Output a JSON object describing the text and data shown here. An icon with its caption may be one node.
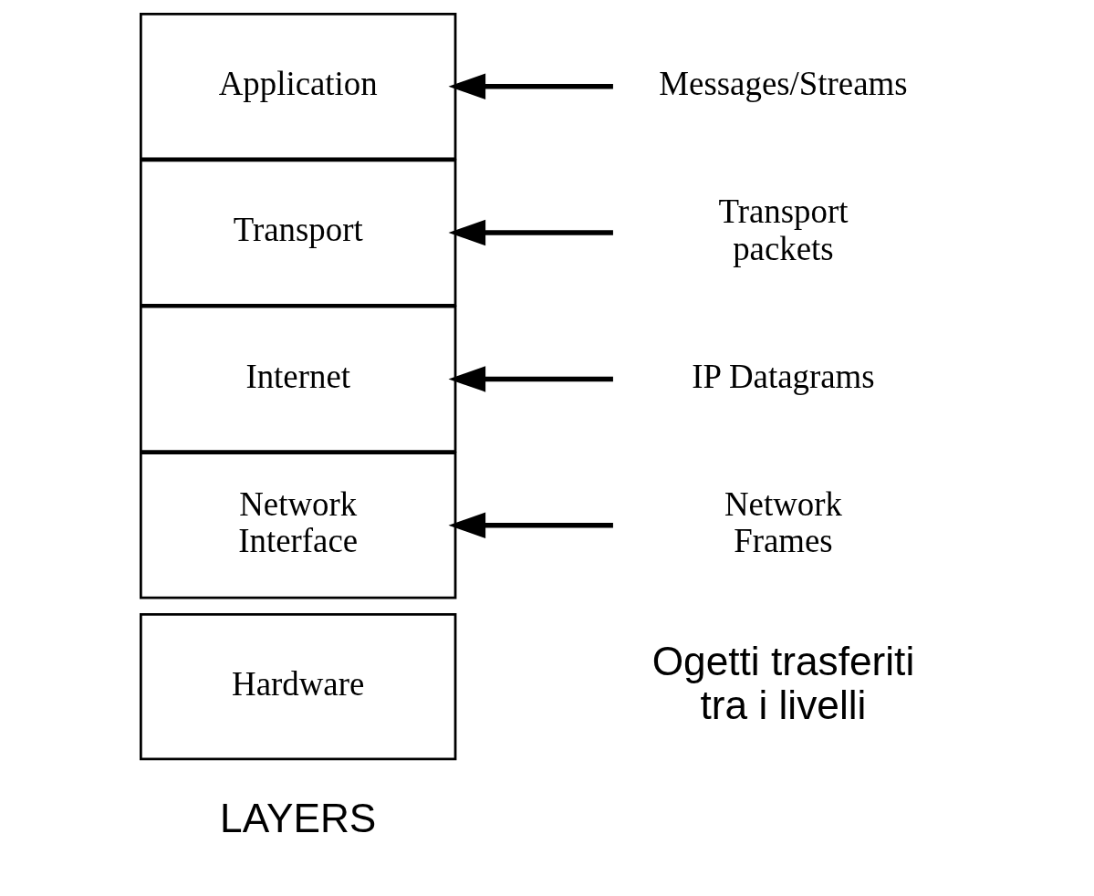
{
  "diagram": {
    "nodes": [
      {
        "text": [
          "Application"
        ]
      },
      {
        "text": [
          "Transport"
        ]
      },
      {
        "text": [
          "Internet"
        ]
      },
      {
        "text": [
          "Network Interface"
        ]
      },
      {
        "text": [
          "Hardware"
        ]
      },
      {
        "text": [
          "Messages/Streams"
        ]
      },
      {
        "text": [
          "Transport packets"
        ]
      },
      {
        "text": [
          "IP Datagrams"
        ]
      },
      {
        "text": [
          "Network Frames"
        ]
      }
    ],
    "edges": [
      {
        "from": 5,
        "to": 0,
        "arrow": "to"
      },
      {
        "from": 6,
        "to": 1,
        "arrow": "to"
      },
      {
        "from": 7,
        "to": 2,
        "arrow": "to"
      },
      {
        "from": 8,
        "to": 3,
        "arrow": "to"
      }
    ],
    "labels": [
      "Ogetti trasferiti tra i livelli",
      "LAYERS"
    ]
  }
}
